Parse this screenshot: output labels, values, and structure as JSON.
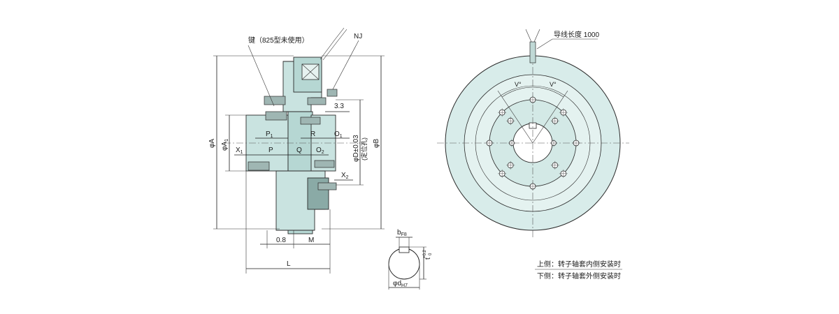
{
  "side_view": {
    "key_note": "键（825型未使用）",
    "nj": "NJ",
    "dim_3_3": "3.3",
    "p1": "P",
    "p1_sub": "1",
    "r": "R",
    "o1": "O",
    "o1_sub": "1",
    "x1": "X",
    "x1_sub": "1",
    "p": "P",
    "q": "Q",
    "o2": "O",
    "o2_sub": "2",
    "x2": "X",
    "x2_sub": "2",
    "phi_a": "φA",
    "phi_a1": "φA",
    "phi_a1_sub": "1",
    "phi_d": "φD±0.03",
    "phi_d_note": "(定位孔)",
    "phi_b": "φB",
    "dim_0_8": "0.8",
    "m": "M",
    "l": "L"
  },
  "section": {
    "bf8": "b",
    "bf8_sub": "F8",
    "t_label": "t",
    "t_tol_upper": "+0.2",
    "t_tol_lower": "0",
    "dh7": "φd",
    "dh7_sub": "H7"
  },
  "front_view": {
    "lead_wire": "导线长度 1000",
    "v_left": "V°",
    "v_right": "V°"
  },
  "legend": {
    "upper": "上侧：转子轴套内侧安装时",
    "lower": "下侧：转子轴套外侧安装时"
  }
}
